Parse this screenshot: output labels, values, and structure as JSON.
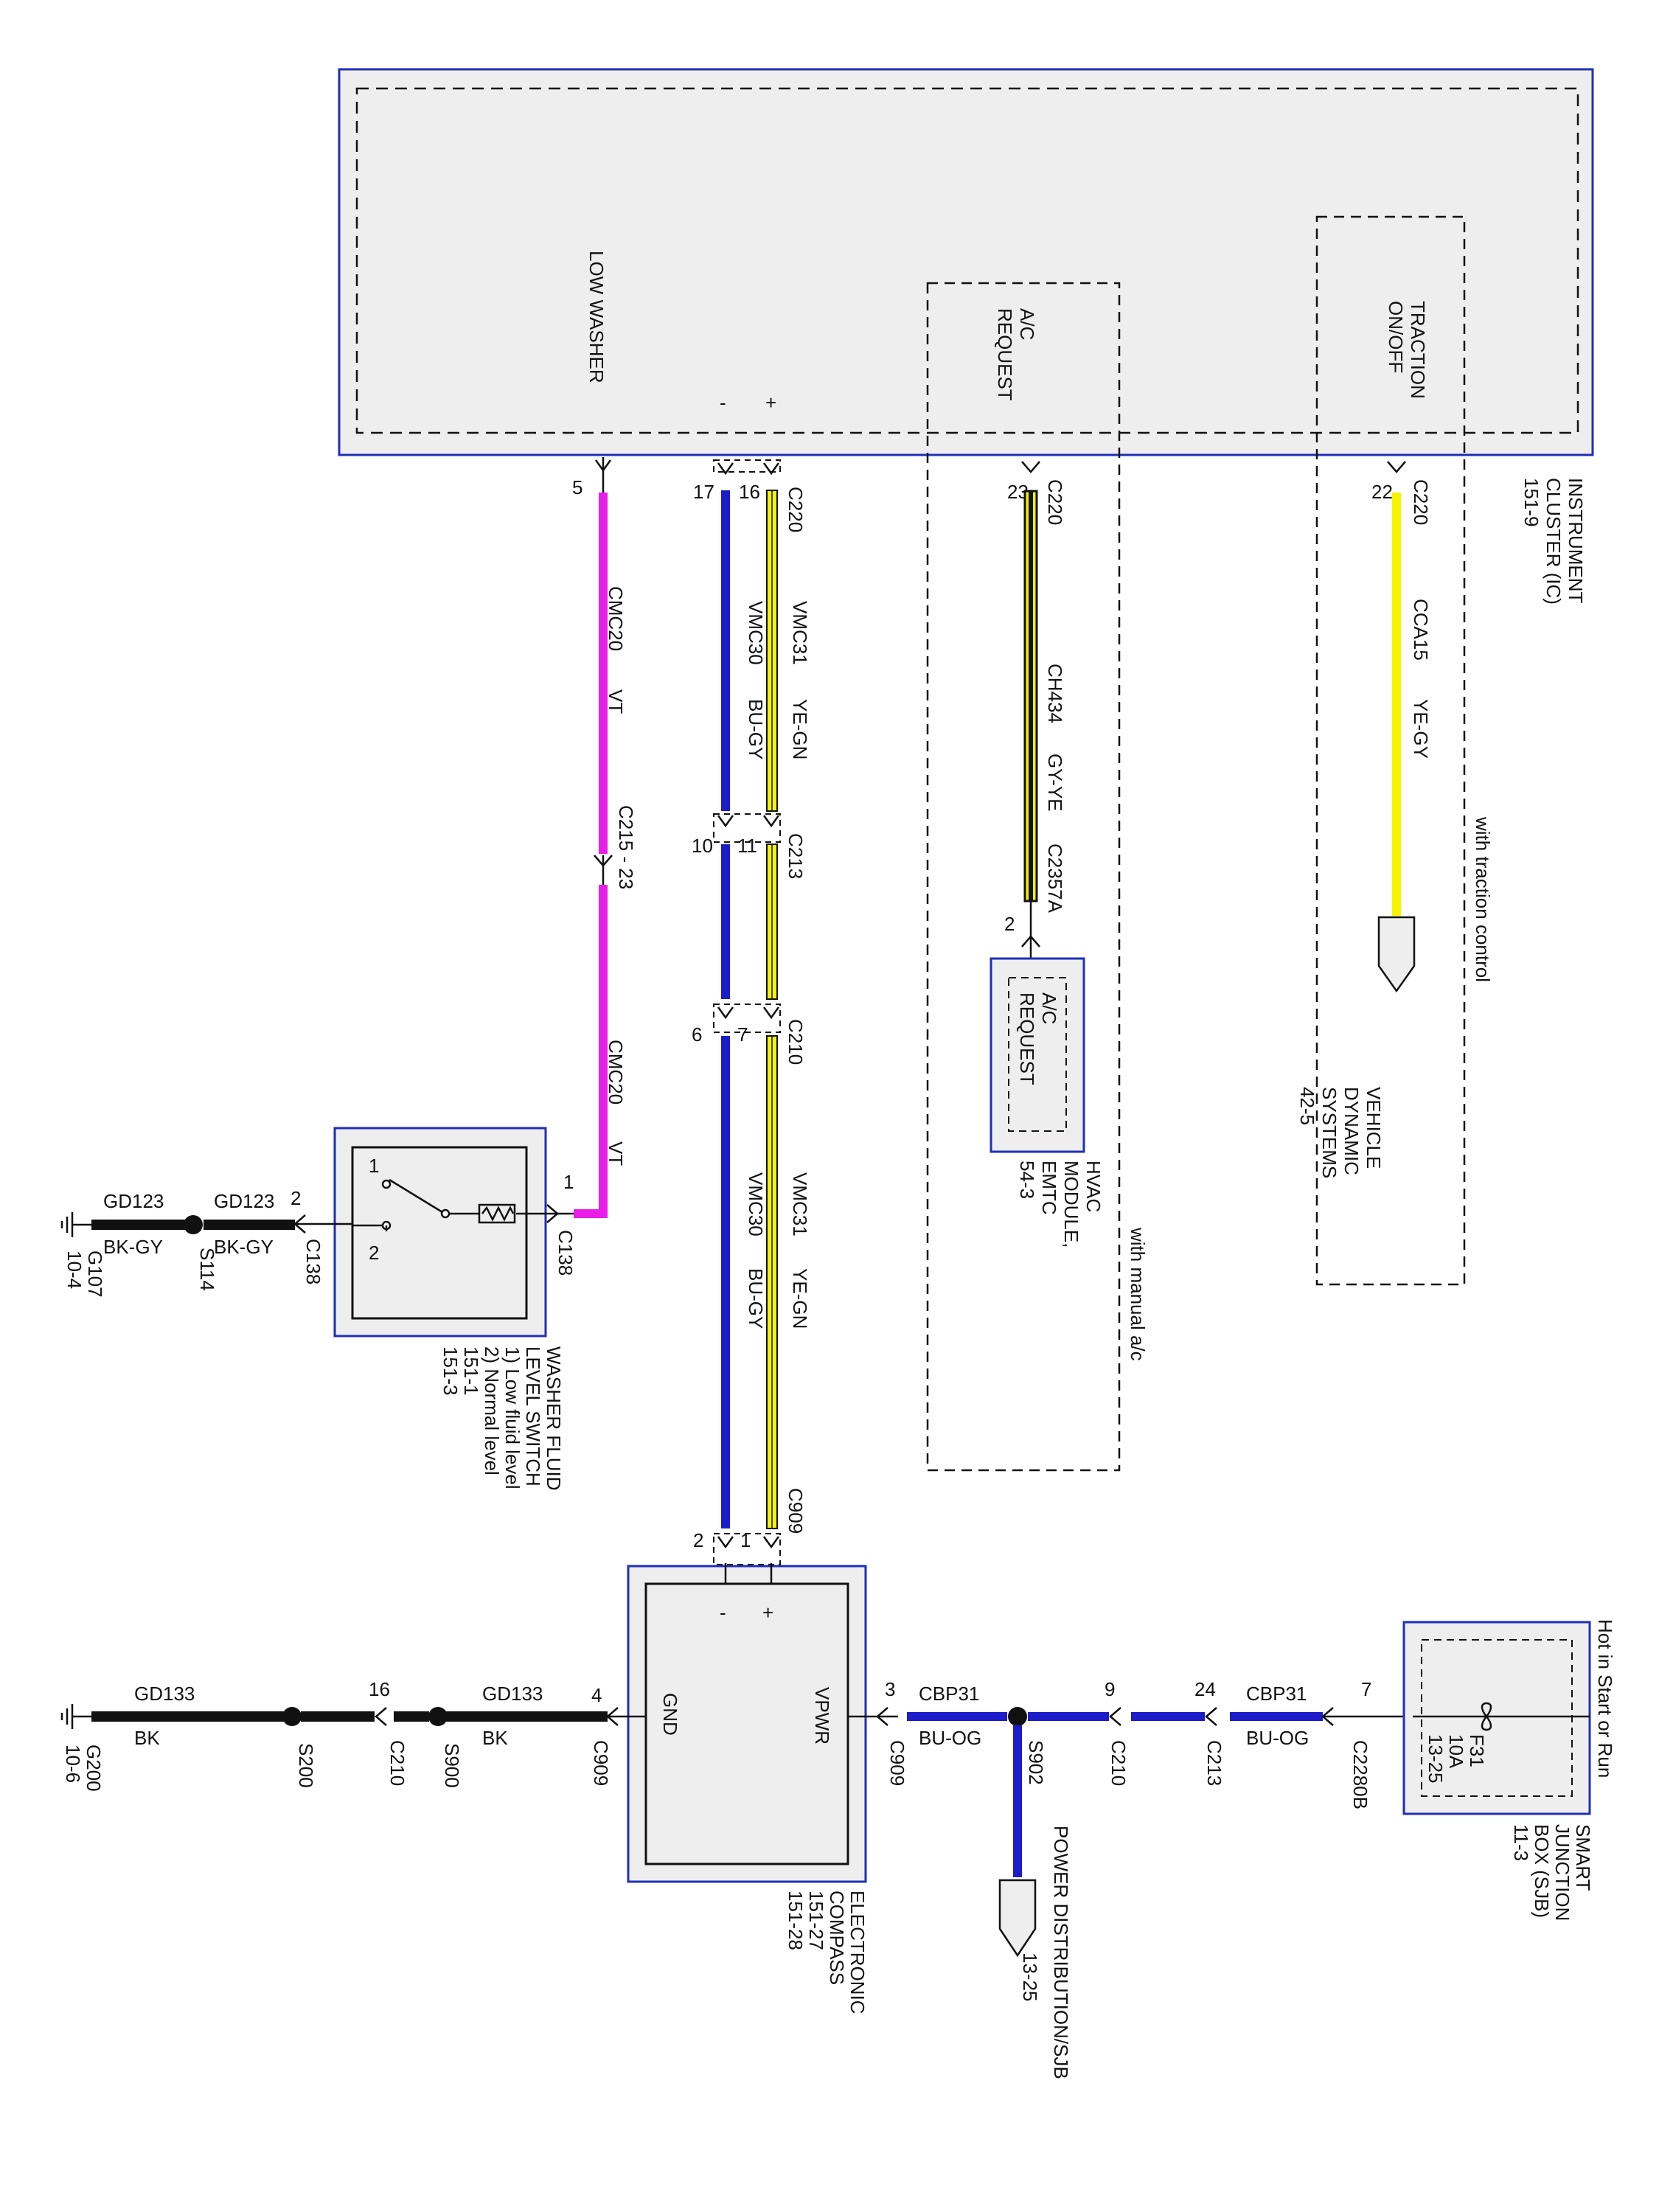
{
  "instrument_cluster": {
    "title": [
      "INSTRUMENT",
      "CLUSTER (IC)",
      "151-9"
    ],
    "signals": {
      "low_washer": "LOW WASHER",
      "minus": "-",
      "plus": "+",
      "ac_request": [
        "A/C",
        "REQUEST"
      ],
      "traction": [
        "TRACTION",
        "ON/OFF"
      ]
    }
  },
  "circuits": {
    "washer": {
      "pin": "5",
      "circuit": "CMC20",
      "color": "VT",
      "inline": "C215 - 23",
      "switch_pin": "1",
      "connector": "C138"
    },
    "vmc31": {
      "pin_ic": "16",
      "circuit": "VMC31",
      "color": "YE-GN"
    },
    "vmc30": {
      "pin_ic": "17",
      "circuit": "VMC30",
      "color": "BU-GY"
    },
    "c220_1": "C220",
    "c213": {
      "label": "C213",
      "pin_a": "11",
      "pin_b": "10"
    },
    "c210": {
      "label": "C210",
      "pin_a": "7",
      "pin_b": "6"
    },
    "c909": {
      "label": "C909",
      "pin_a": "1",
      "pin_b": "2"
    },
    "ac": {
      "connector": "C220",
      "pin": "23",
      "circuit": "CH434",
      "color": "GY-YE",
      "connector2": "C2357A",
      "pin2": "2"
    },
    "traction": {
      "connector": "C220",
      "pin": "22",
      "circuit": "CCA15",
      "color": "YE-GY"
    }
  },
  "hvac": {
    "inner": [
      "A/C",
      "REQUEST"
    ],
    "title": [
      "HVAC",
      "MODULE,",
      "EMTC",
      "54-3"
    ],
    "condition": "with manual a/c"
  },
  "traction_block": {
    "condition": "with traction control",
    "dest": [
      "VEHICLE",
      "DYNAMIC",
      "SYSTEMS",
      "42-5"
    ]
  },
  "washer_switch": {
    "title": [
      "WASHER FLUID",
      "LEVEL SWITCH",
      "1) Low fluid level",
      "2) Normal level",
      "151-1",
      "151-3"
    ],
    "contact_1": "1",
    "contact_2": "2",
    "pin2": "2",
    "connector": "C138",
    "ground_wire": {
      "circuit": "GD123",
      "color": "BK-GY"
    },
    "splice": "S114",
    "ground": [
      "G107",
      "10-4"
    ]
  },
  "compass": {
    "title": [
      "ELECTRONIC",
      "COMPASS",
      "151-27",
      "151-28"
    ],
    "minus": "-",
    "plus": "+",
    "vpwr": "VPWR",
    "gnd": "GND",
    "pin_gnd": "4",
    "pin_vpwr": "3",
    "conn_gnd": "C909",
    "conn_vpwr": "C909"
  },
  "ground_run": {
    "circuit": "GD133",
    "color": "BK",
    "splice_a": "S900",
    "connector": "C210",
    "pin": "16",
    "splice_b": "S200",
    "ground": [
      "G200",
      "10-6"
    ]
  },
  "power_run": {
    "circuit": "CBP31",
    "color": "BU-OG",
    "splice": "S902",
    "c210": "C210",
    "c210_pin": "9",
    "c213": "C213",
    "c213_pin": "24",
    "c2280b": "C2280B",
    "c2280b_pin": "7",
    "pd_dest": [
      "POWER DISTRIBUTION/SJB",
      "13-25"
    ]
  },
  "sjb": {
    "title": [
      "SMART",
      "JUNCTION",
      "BOX (SJB)",
      "11-3"
    ],
    "hot": "Hot in Start or Run",
    "fuse": [
      "F31",
      "10A",
      "13-25"
    ]
  },
  "colors": {
    "violet": "#e81ee8",
    "blue": "#1c1cc8",
    "yellow": "#f4f400",
    "black": "#111111",
    "frame": "#1f2fb8"
  }
}
